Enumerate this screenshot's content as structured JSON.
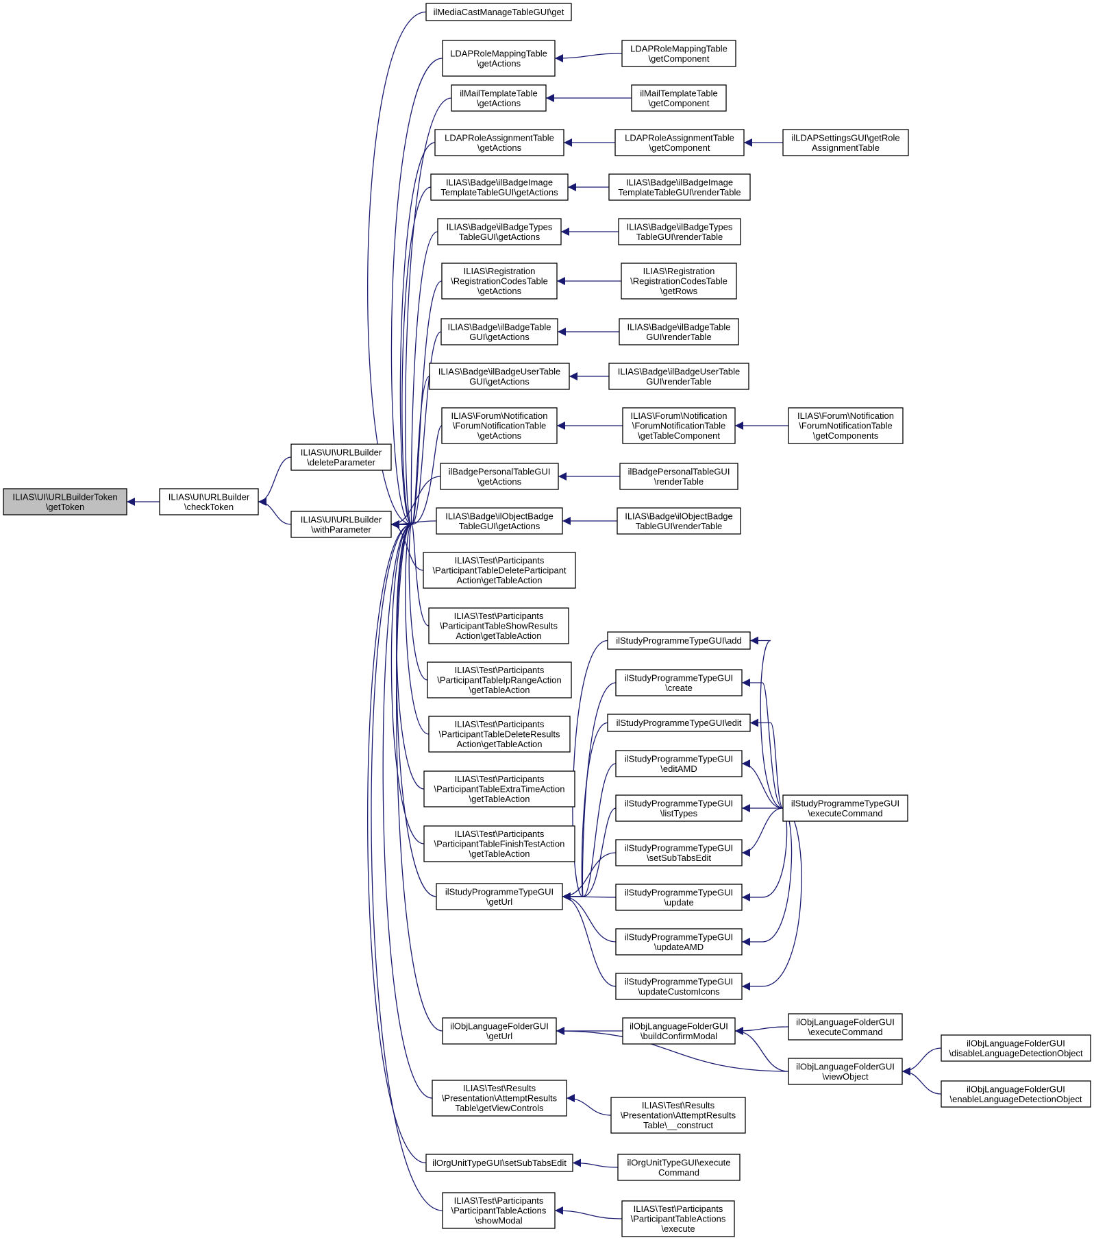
{
  "colors": {
    "edge": "#191970",
    "root_fill": "#bfbfbf",
    "node_fill": "#ffffff",
    "border": "#000000"
  },
  "nodes": [
    {
      "id": "n0",
      "lines": [
        "ILIAS\\UI\\URLBuilderToken",
        "\\getToken"
      ],
      "root": true
    },
    {
      "id": "n1",
      "lines": [
        "ILIAS\\UI\\URLBuilder",
        "\\checkToken"
      ]
    },
    {
      "id": "n2",
      "lines": [
        "ILIAS\\UI\\URLBuilder",
        "\\deleteParameter"
      ]
    },
    {
      "id": "n3",
      "lines": [
        "ILIAS\\UI\\URLBuilder",
        "\\withParameter"
      ]
    },
    {
      "id": "n4",
      "lines": [
        "ilMediaCastManageTableGUI\\get"
      ]
    },
    {
      "id": "n5",
      "lines": [
        "LDAPRoleMappingTable",
        "\\getActions"
      ]
    },
    {
      "id": "n6",
      "lines": [
        "LDAPRoleMappingTable",
        "\\getComponent"
      ]
    },
    {
      "id": "n7",
      "lines": [
        "ilMailTemplateTable",
        "\\getActions"
      ]
    },
    {
      "id": "n8",
      "lines": [
        "ilMailTemplateTable",
        "\\getComponent"
      ]
    },
    {
      "id": "n9",
      "lines": [
        "LDAPRoleAssignmentTable",
        "\\getActions"
      ]
    },
    {
      "id": "n10",
      "lines": [
        "LDAPRoleAssignmentTable",
        "\\getComponent"
      ]
    },
    {
      "id": "n11",
      "lines": [
        "ilLDAPSettingsGUI\\getRole",
        "AssignmentTable"
      ]
    },
    {
      "id": "n12",
      "lines": [
        "ILIAS\\Badge\\ilBadgeImage",
        "TemplateTableGUI\\getActions"
      ]
    },
    {
      "id": "n13",
      "lines": [
        "ILIAS\\Badge\\ilBadgeImage",
        "TemplateTableGUI\\renderTable"
      ]
    },
    {
      "id": "n14",
      "lines": [
        "ILIAS\\Badge\\ilBadgeTypes",
        "TableGUI\\getActions"
      ]
    },
    {
      "id": "n15",
      "lines": [
        "ILIAS\\Badge\\ilBadgeTypes",
        "TableGUI\\renderTable"
      ]
    },
    {
      "id": "n16",
      "lines": [
        "ILIAS\\Registration",
        "\\RegistrationCodesTable",
        "\\getActions"
      ]
    },
    {
      "id": "n17",
      "lines": [
        "ILIAS\\Registration",
        "\\RegistrationCodesTable",
        "\\getRows"
      ]
    },
    {
      "id": "n18",
      "lines": [
        "ILIAS\\Badge\\ilBadgeTable",
        "GUI\\getActions"
      ]
    },
    {
      "id": "n19",
      "lines": [
        "ILIAS\\Badge\\ilBadgeTable",
        "GUI\\renderTable"
      ]
    },
    {
      "id": "n20",
      "lines": [
        "ILIAS\\Badge\\ilBadgeUserTable",
        "GUI\\getActions"
      ]
    },
    {
      "id": "n21",
      "lines": [
        "ILIAS\\Badge\\ilBadgeUserTable",
        "GUI\\renderTable"
      ]
    },
    {
      "id": "n22",
      "lines": [
        "ILIAS\\Forum\\Notification",
        "\\ForumNotificationTable",
        "\\getActions"
      ]
    },
    {
      "id": "n23",
      "lines": [
        "ILIAS\\Forum\\Notification",
        "\\ForumNotificationTable",
        "\\getTableComponent"
      ]
    },
    {
      "id": "n24",
      "lines": [
        "ILIAS\\Forum\\Notification",
        "\\ForumNotificationTable",
        "\\getComponents"
      ]
    },
    {
      "id": "n25",
      "lines": [
        "ilBadgePersonalTableGUI",
        "\\getActions"
      ]
    },
    {
      "id": "n26",
      "lines": [
        "ilBadgePersonalTableGUI",
        "\\renderTable"
      ]
    },
    {
      "id": "n27",
      "lines": [
        "ILIAS\\Badge\\ilObjectBadge",
        "TableGUI\\getActions"
      ]
    },
    {
      "id": "n28",
      "lines": [
        "ILIAS\\Badge\\ilObjectBadge",
        "TableGUI\\renderTable"
      ]
    },
    {
      "id": "n29",
      "lines": [
        "ILIAS\\Test\\Participants",
        "\\ParticipantTableDeleteParticipant",
        "Action\\getTableAction"
      ]
    },
    {
      "id": "n30",
      "lines": [
        "ILIAS\\Test\\Participants",
        "\\ParticipantTableShowResults",
        "Action\\getTableAction"
      ]
    },
    {
      "id": "n31",
      "lines": [
        "ILIAS\\Test\\Participants",
        "\\ParticipantTableIpRangeAction",
        "\\getTableAction"
      ]
    },
    {
      "id": "n32",
      "lines": [
        "ILIAS\\Test\\Participants",
        "\\ParticipantTableDeleteResults",
        "Action\\getTableAction"
      ]
    },
    {
      "id": "n33",
      "lines": [
        "ILIAS\\Test\\Participants",
        "\\ParticipantTableExtraTimeAction",
        "\\getTableAction"
      ]
    },
    {
      "id": "n34",
      "lines": [
        "ILIAS\\Test\\Participants",
        "\\ParticipantTableFinishTestAction",
        "\\getTableAction"
      ]
    },
    {
      "id": "n35",
      "lines": [
        "ilStudyProgrammeTypeGUI",
        "\\getUrl"
      ]
    },
    {
      "id": "n36",
      "lines": [
        "ilStudyProgrammeTypeGUI\\add"
      ]
    },
    {
      "id": "n37",
      "lines": [
        "ilStudyProgrammeTypeGUI",
        "\\create"
      ]
    },
    {
      "id": "n38",
      "lines": [
        "ilStudyProgrammeTypeGUI\\edit"
      ]
    },
    {
      "id": "n39",
      "lines": [
        "ilStudyProgrammeTypeGUI",
        "\\editAMD"
      ]
    },
    {
      "id": "n40",
      "lines": [
        "ilStudyProgrammeTypeGUI",
        "\\listTypes"
      ]
    },
    {
      "id": "n41",
      "lines": [
        "ilStudyProgrammeTypeGUI",
        "\\setSubTabsEdit"
      ]
    },
    {
      "id": "n42",
      "lines": [
        "ilStudyProgrammeTypeGUI",
        "\\update"
      ]
    },
    {
      "id": "n43",
      "lines": [
        "ilStudyProgrammeTypeGUI",
        "\\updateAMD"
      ]
    },
    {
      "id": "n44",
      "lines": [
        "ilStudyProgrammeTypeGUI",
        "\\updateCustomIcons"
      ]
    },
    {
      "id": "n45",
      "lines": [
        "ilStudyProgrammeTypeGUI",
        "\\executeCommand"
      ]
    },
    {
      "id": "n46",
      "lines": [
        "ilObjLanguageFolderGUI",
        "\\getUrl"
      ]
    },
    {
      "id": "n47",
      "lines": [
        "ilObjLanguageFolderGUI",
        "\\buildConfirmModal"
      ]
    },
    {
      "id": "n48",
      "lines": [
        "ilObjLanguageFolderGUI",
        "\\executeCommand"
      ]
    },
    {
      "id": "n49",
      "lines": [
        "ilObjLanguageFolderGUI",
        "\\viewObject"
      ]
    },
    {
      "id": "n50",
      "lines": [
        "ilObjLanguageFolderGUI",
        "\\disableLanguageDetectionObject"
      ]
    },
    {
      "id": "n51",
      "lines": [
        "ilObjLanguageFolderGUI",
        "\\enableLanguageDetectionObject"
      ]
    },
    {
      "id": "n52",
      "lines": [
        "ILIAS\\Test\\Results",
        "\\Presentation\\AttemptResults",
        "Table\\getViewControls"
      ]
    },
    {
      "id": "n53",
      "lines": [
        "ILIAS\\Test\\Results",
        "\\Presentation\\AttemptResults",
        "Table\\__construct"
      ]
    },
    {
      "id": "n54",
      "lines": [
        "ilOrgUnitTypeGUI\\setSubTabsEdit"
      ]
    },
    {
      "id": "n55",
      "lines": [
        "ilOrgUnitTypeGUI\\execute",
        "Command"
      ]
    },
    {
      "id": "n56",
      "lines": [
        "ILIAS\\Test\\Participants",
        "\\ParticipantTableActions",
        "\\showModal"
      ]
    },
    {
      "id": "n57",
      "lines": [
        "ILIAS\\Test\\Participants",
        "\\ParticipantTableActions",
        "\\execute"
      ]
    }
  ]
}
